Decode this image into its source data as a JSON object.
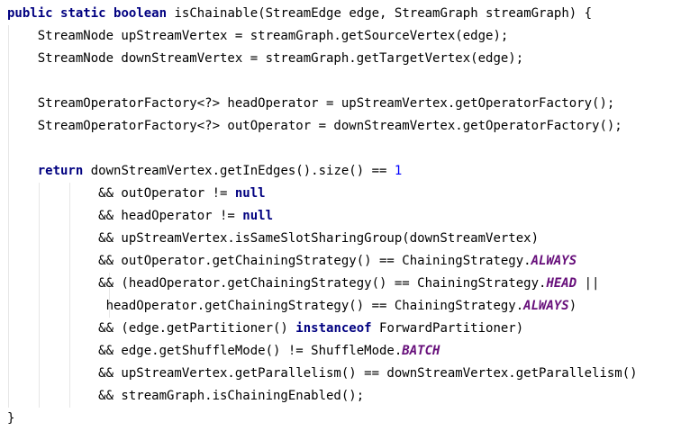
{
  "code_lines": [
    [
      {
        "t": "public",
        "c": "kw"
      },
      {
        "t": " "
      },
      {
        "t": "static",
        "c": "kw"
      },
      {
        "t": " "
      },
      {
        "t": "boolean",
        "c": "kw"
      },
      {
        "t": " isChainable(StreamEdge edge, StreamGraph streamGraph) {"
      }
    ],
    [
      {
        "t": "    StreamNode upStreamVertex = streamGraph.getSourceVertex(edge);"
      }
    ],
    [
      {
        "t": "    StreamNode downStreamVertex = streamGraph.getTargetVertex(edge);"
      }
    ],
    [],
    [
      {
        "t": "    StreamOperatorFactory<?> headOperator = upStreamVertex.getOperatorFactory();"
      }
    ],
    [
      {
        "t": "    StreamOperatorFactory<?> outOperator = downStreamVertex.getOperatorFactory();"
      }
    ],
    [],
    [
      {
        "t": "    "
      },
      {
        "t": "return",
        "c": "kw"
      },
      {
        "t": " downStreamVertex.getInEdges().size() == "
      },
      {
        "t": "1",
        "c": "num"
      }
    ],
    [
      {
        "t": "            && outOperator != "
      },
      {
        "t": "null",
        "c": "kw"
      }
    ],
    [
      {
        "t": "            && headOperator != "
      },
      {
        "t": "null",
        "c": "kw"
      }
    ],
    [
      {
        "t": "            && upStreamVertex.isSameSlotSharingGroup(downStreamVertex)"
      }
    ],
    [
      {
        "t": "            && outOperator.getChainingStrategy() == ChainingStrategy."
      },
      {
        "t": "ALWAYS",
        "c": "const"
      }
    ],
    [
      {
        "t": "            && (headOperator.getChainingStrategy() == ChainingStrategy."
      },
      {
        "t": "HEAD",
        "c": "const"
      },
      {
        "t": " ||"
      }
    ],
    [
      {
        "t": "             headOperator.getChainingStrategy() == ChainingStrategy."
      },
      {
        "t": "ALWAYS",
        "c": "const"
      },
      {
        "t": ")"
      }
    ],
    [
      {
        "t": "            && (edge.getPartitioner() "
      },
      {
        "t": "instanceof",
        "c": "kw"
      },
      {
        "t": " ForwardPartitioner)"
      }
    ],
    [
      {
        "t": "            && edge.getShuffleMode() != ShuffleMode."
      },
      {
        "t": "BATCH",
        "c": "const"
      }
    ],
    [
      {
        "t": "            && upStreamVertex.getParallelism() == downStreamVertex.getParallelism()"
      }
    ],
    [
      {
        "t": "            && streamGraph.isChainingEnabled();"
      }
    ],
    [
      {
        "t": "}"
      }
    ]
  ]
}
